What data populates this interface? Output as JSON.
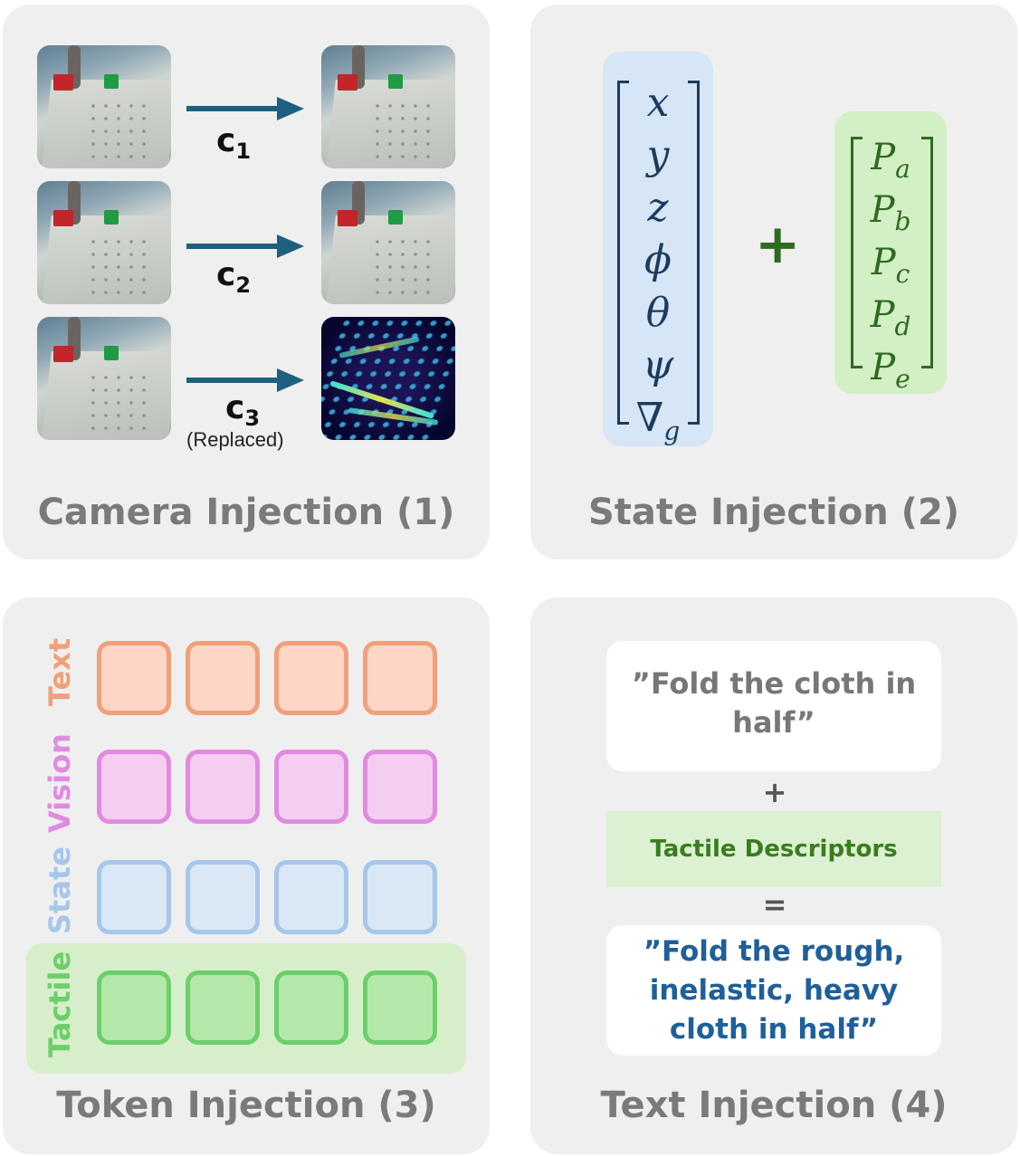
{
  "panels": {
    "camera": {
      "title": "Camera Injection (1)",
      "rows": [
        {
          "label": "c",
          "sub": "1"
        },
        {
          "label": "c",
          "sub": "2"
        },
        {
          "label": "c",
          "sub": "3",
          "note": "(Replaced)"
        }
      ]
    },
    "state": {
      "title": "State Injection (2)",
      "robot_state": [
        "x",
        "y",
        "z",
        "ϕ",
        "θ",
        "ψ",
        "∇"
      ],
      "robot_state_last_sub": "g",
      "operator": "+",
      "tactile_state": [
        {
          "sym": "P",
          "sub": "a"
        },
        {
          "sym": "P",
          "sub": "b"
        },
        {
          "sym": "P",
          "sub": "c"
        },
        {
          "sym": "P",
          "sub": "d"
        },
        {
          "sym": "P",
          "sub": "e"
        }
      ]
    },
    "token": {
      "title": "Token Injection (3)",
      "rows": [
        {
          "label": "Text",
          "color": "#f0a07a",
          "fill": "#fdd6c6"
        },
        {
          "label": "Vision",
          "color": "#e18be0",
          "fill": "#f4cdf1"
        },
        {
          "label": "State",
          "color": "#a6c6ea",
          "fill": "#dae8f6"
        },
        {
          "label": "Tactile",
          "color": "#6ccf6a",
          "fill": "#b4e8a8"
        }
      ]
    },
    "text": {
      "title": "Text Injection (4)",
      "instruction_line1": "”Fold the cloth in",
      "instruction_line2": "half”",
      "plus": "+",
      "descriptor": "Tactile Descriptors",
      "equals": "=",
      "result_line1": "”Fold the rough,",
      "result_line2": "inelastic, heavy",
      "result_line3": "cloth in half”"
    }
  },
  "colors": {
    "panel_bg": "#efefef",
    "title": "#7a7a7a",
    "arrow": "#1f5f80",
    "state_math": "#1c3b5e",
    "state_vec_bg": "#d6e6f6",
    "tactile_math": "#2e6b1f",
    "tactile_vec_bg": "#d3efc6",
    "descriptor_text": "#3a7d1e",
    "descriptor_bg": "#dcf0d2",
    "result_text": "#1f5f9a",
    "instruction_text": "#777777"
  }
}
